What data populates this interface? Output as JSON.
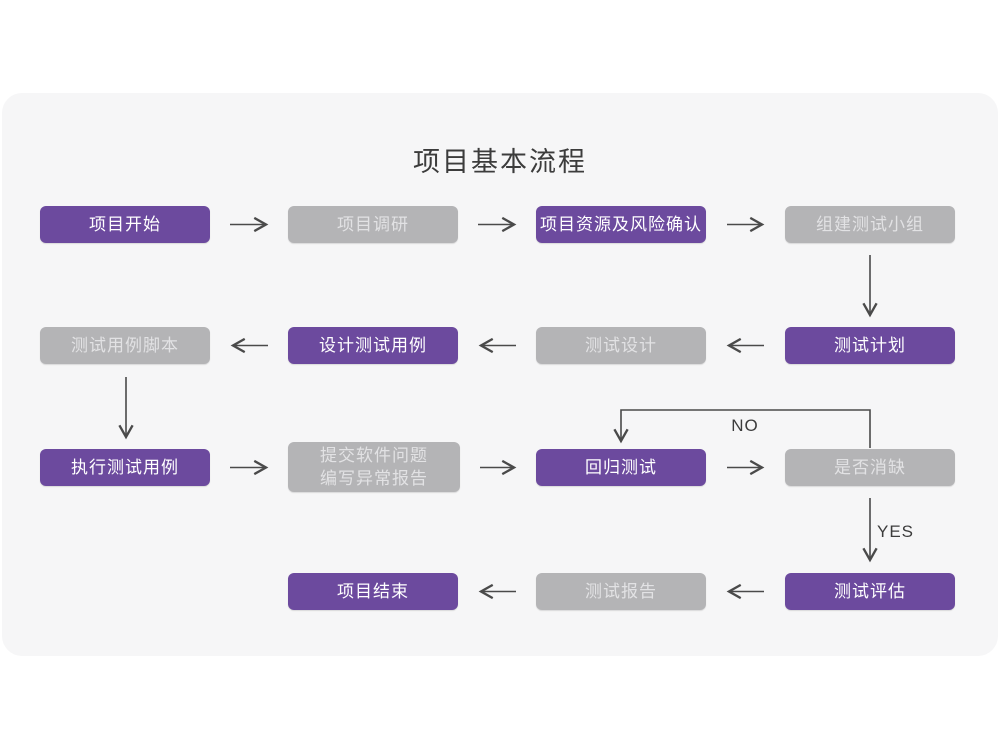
{
  "title": "项目基本流程",
  "colors": {
    "page_bg": "#ffffff",
    "panel_bg": "#f6f6f7",
    "node_purple": "#6c4a9e",
    "node_gray": "#b4b4b6",
    "purple_text": "#ffffff",
    "gray_text": "#e2e2e4",
    "line": "#4a4a4a",
    "title_text": "#3c3c3c"
  },
  "nodes": [
    {
      "id": "project-start",
      "label": "项目开始",
      "variant": "purple"
    },
    {
      "id": "project-research",
      "label": "项目调研",
      "variant": "gray"
    },
    {
      "id": "resource-risk",
      "label": "项目资源及风险确认",
      "variant": "purple"
    },
    {
      "id": "build-test-team",
      "label": "组建测试小组",
      "variant": "gray"
    },
    {
      "id": "test-plan",
      "label": "测试计划",
      "variant": "purple"
    },
    {
      "id": "test-design",
      "label": "测试设计",
      "variant": "gray"
    },
    {
      "id": "design-test-cases",
      "label": "设计测试用例",
      "variant": "purple"
    },
    {
      "id": "test-case-script",
      "label": "测试用例脚本",
      "variant": "gray"
    },
    {
      "id": "execute-test-cases",
      "label": "执行测试用例",
      "variant": "purple"
    },
    {
      "id": "submit-issues",
      "label_line1": "提交软件问题",
      "label_line2": "编写异常报告",
      "variant": "gray"
    },
    {
      "id": "regression-test",
      "label": "回归测试",
      "variant": "purple"
    },
    {
      "id": "defect-cleared",
      "label": "是否消缺",
      "variant": "gray"
    },
    {
      "id": "test-evaluate",
      "label": "测试评估",
      "variant": "purple"
    },
    {
      "id": "test-report",
      "label": "测试报告",
      "variant": "gray"
    },
    {
      "id": "project-end",
      "label": "项目结束",
      "variant": "purple"
    }
  ],
  "edge_labels": {
    "no": "NO",
    "yes": "YES"
  }
}
